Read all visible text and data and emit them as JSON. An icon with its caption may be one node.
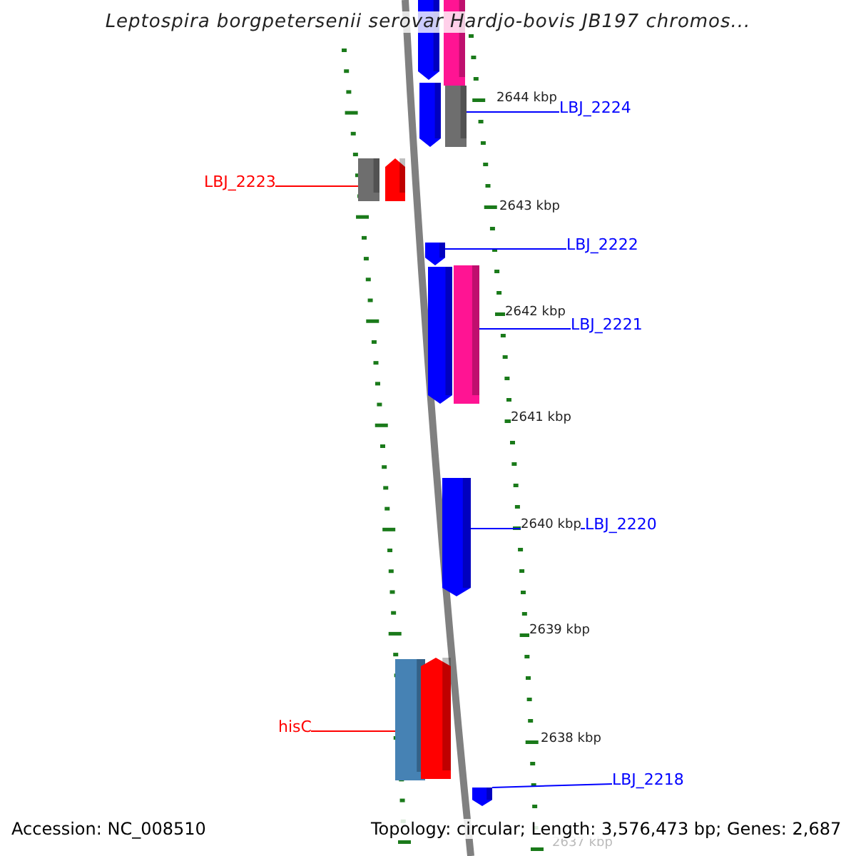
{
  "diagram": {
    "title": "Leptospira borgpetersenii serovar Hardjo-bovis JB197 chromos...",
    "nodes": [
      {
        "text": [],
        "shape": "bar"
      },
      {
        "text": [],
        "shape": "bar"
      },
      {
        "text": [],
        "shape": "bar"
      },
      {
        "text": [],
        "shape": "bar"
      },
      {
        "text": [
          "LBJ_2224"
        ]
      },
      {
        "text": [
          "LBJ_2223"
        ]
      },
      {
        "text": [],
        "shape": "bar"
      },
      {
        "text": [],
        "shape": "bar"
      },
      {
        "text": [],
        "shape": "bar"
      },
      {
        "text": [
          "LBJ_2222"
        ]
      },
      {
        "text": [],
        "shape": "bar"
      },
      {
        "text": [],
        "shape": "bar"
      },
      {
        "text": [
          "LBJ_2221"
        ]
      },
      {
        "text": [],
        "shape": "bar"
      },
      {
        "text": [
          "LBJ_2220"
        ]
      },
      {
        "text": [
          "hisC"
        ]
      },
      {
        "text": [],
        "shape": "bar"
      },
      {
        "text": [],
        "shape": "bar"
      },
      {
        "text": [],
        "shape": "bar"
      },
      {
        "text": [
          "LBJ_2218"
        ]
      }
    ],
    "edges": [
      {
        "from": 4,
        "to": 3,
        "arrow": "none"
      },
      {
        "from": 5,
        "to": 6,
        "arrow": "none",
        "color": "#ff0000"
      },
      {
        "from": 9,
        "to": 8,
        "arrow": "none"
      },
      {
        "from": 12,
        "to": 11,
        "arrow": "none"
      },
      {
        "from": 14,
        "to": 13,
        "arrow": "none"
      },
      {
        "from": 15,
        "to": 16,
        "arrow": "none",
        "color": "#ff0000"
      },
      {
        "from": 19,
        "to": 18,
        "arrow": "none"
      }
    ],
    "labels": [
      "2644 kbp",
      "2643 kbp",
      "2642 kbp",
      "2641 kbp",
      "2640 kbp",
      "2639 kbp",
      "2638 kbp",
      "2637 kbp",
      "Accession: NC_008510",
      "Topology: circular; Length: 3,576,473 bp; Genes: 2,687"
    ]
  }
}
